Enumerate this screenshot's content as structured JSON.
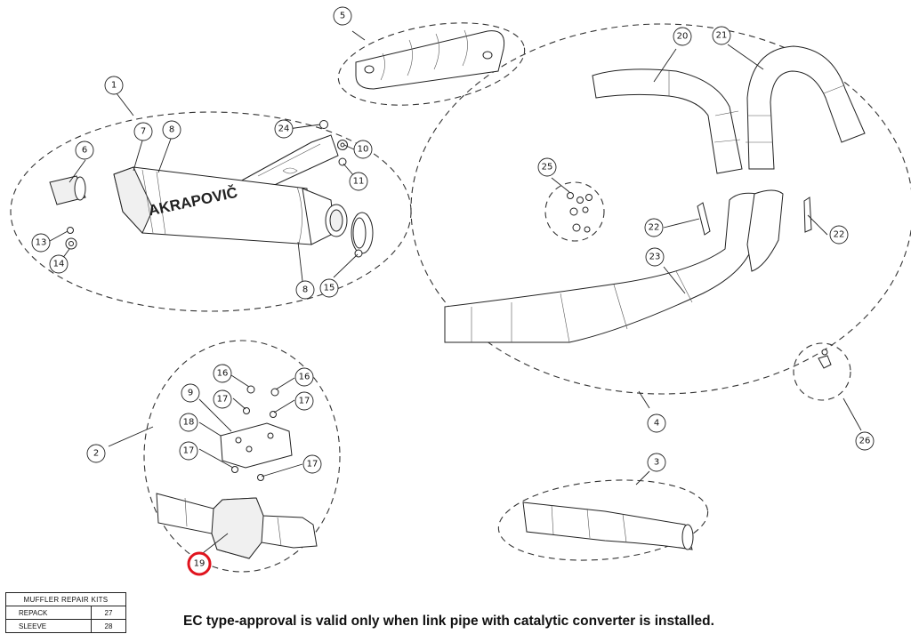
{
  "callouts": {
    "c1": "1",
    "c2": "2",
    "c3": "3",
    "c4": "4",
    "c5": "5",
    "c6": "6",
    "c7": "7",
    "c8a": "8",
    "c8b": "8",
    "c9": "9",
    "c10": "10",
    "c11": "11",
    "c13": "13",
    "c14": "14",
    "c15": "15",
    "c16a": "16",
    "c16b": "16",
    "c17a": "17",
    "c17b": "17",
    "c17c": "17",
    "c17d": "17",
    "c18": "18",
    "c19": "19",
    "c20": "20",
    "c21": "21",
    "c22a": "22",
    "c22b": "22",
    "c23": "23",
    "c24": "24",
    "c25": "25",
    "c26": "26"
  },
  "muffler_brand": "AKRAPOVIČ",
  "repair_kits": {
    "header": "MUFFLER REPAIR KITS",
    "rows": [
      {
        "label": "REPACK",
        "value": "27"
      },
      {
        "label": "SLEEVE",
        "value": "28"
      }
    ]
  },
  "approval_note": "EC type-approval is valid only when link pipe with catalytic converter is installed.",
  "colors": {
    "highlight": "#e0141e",
    "line": "#222222"
  }
}
